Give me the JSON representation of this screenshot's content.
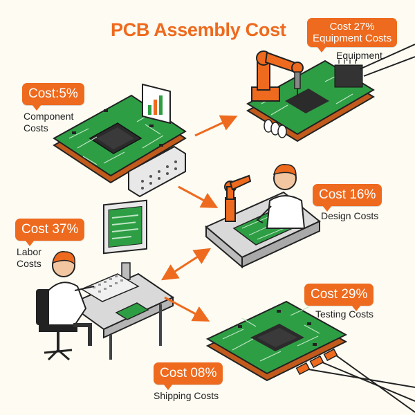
{
  "title": "PCB Assembly Cost",
  "items": {
    "component": {
      "badge": "Cost:5%",
      "label_line1": "Component",
      "label_line2": "Costs"
    },
    "equipment": {
      "badge_line1": "Cost 27%",
      "badge_line2": "Equipment Costs",
      "label": "Equipment"
    },
    "design": {
      "badge": "Cost 16%",
      "label": "Design Costs"
    },
    "labor": {
      "badge": "Cost 37%",
      "label_line1": "Labor",
      "label_line2": "Costs"
    },
    "testing": {
      "badge": "Cost 29%",
      "label": "Testing Costs"
    },
    "shipping": {
      "badge": "Cost 08%",
      "label": "Shipping Costs"
    }
  },
  "colors": {
    "accent": "#ee6a1e",
    "pcb_green": "#2e9e45",
    "pcb_dark": "#1f6e31",
    "chip": "#2b2b2b",
    "background": "#fdfbf2"
  }
}
